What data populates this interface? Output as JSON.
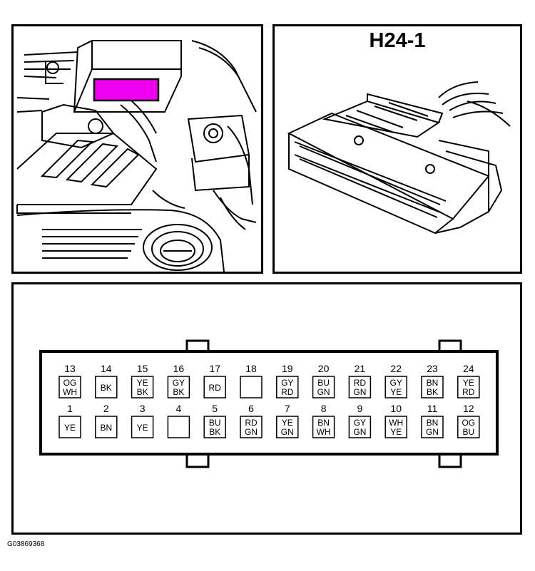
{
  "connector_id": "H24-1",
  "figure_code": "G03869368",
  "highlight_color": "#ee00ee",
  "pins_top": [
    {
      "num": "13",
      "wire": [
        "OG",
        "WH"
      ]
    },
    {
      "num": "14",
      "wire": [
        "BK"
      ]
    },
    {
      "num": "15",
      "wire": [
        "YE",
        "BK"
      ]
    },
    {
      "num": "16",
      "wire": [
        "GY",
        "BK"
      ]
    },
    {
      "num": "17",
      "wire": [
        "RD"
      ]
    },
    {
      "num": "18",
      "wire": []
    },
    {
      "num": "19",
      "wire": [
        "GY",
        "RD"
      ]
    },
    {
      "num": "20",
      "wire": [
        "BU",
        "GN"
      ]
    },
    {
      "num": "21",
      "wire": [
        "RD",
        "GN"
      ]
    },
    {
      "num": "22",
      "wire": [
        "GY",
        "YE"
      ]
    },
    {
      "num": "23",
      "wire": [
        "BN",
        "BK"
      ]
    },
    {
      "num": "24",
      "wire": [
        "YE",
        "RD"
      ]
    }
  ],
  "pins_bottom": [
    {
      "num": "1",
      "wire": [
        "YE"
      ]
    },
    {
      "num": "2",
      "wire": [
        "BN"
      ]
    },
    {
      "num": "3",
      "wire": [
        "YE"
      ]
    },
    {
      "num": "4",
      "wire": []
    },
    {
      "num": "5",
      "wire": [
        "BU",
        "BK"
      ]
    },
    {
      "num": "6",
      "wire": [
        "RD",
        "GN"
      ]
    },
    {
      "num": "7",
      "wire": [
        "YE",
        "GN"
      ]
    },
    {
      "num": "8",
      "wire": [
        "BN",
        "WH"
      ]
    },
    {
      "num": "9",
      "wire": [
        "GY",
        "GN"
      ]
    },
    {
      "num": "10",
      "wire": [
        "WH",
        "YE"
      ]
    },
    {
      "num": "11",
      "wire": [
        "BN",
        "GN"
      ]
    },
    {
      "num": "12",
      "wire": [
        "OG",
        "BU"
      ]
    }
  ]
}
